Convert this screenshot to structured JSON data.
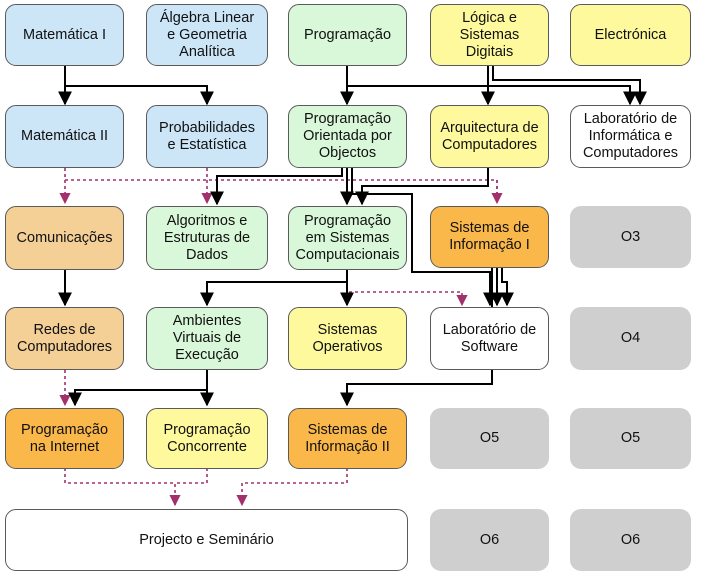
{
  "courses": {
    "matematica_1": "Matemática I",
    "algebra": "Álgebra Linear\ne Geometria\nAnalítica",
    "programacao": "Programação",
    "logica": "Lógica e\nSistemas\nDigitais",
    "electronica": "Electrónica",
    "matematica_2": "Matemática II",
    "probabilidades": "Probabilidades\ne Estatística",
    "poo": "Programação\nOrientada por\nObjectos",
    "arquitectura": "Arquitectura de\nComputadores",
    "lab_informatica": "Laboratório de\nInformática e\nComputadores",
    "comunicacoes": "Comunicações",
    "algoritmos": "Algoritmos e\nEstruturas de\nDados",
    "prog_sistemas": "Programação\nem Sistemas\nComputacionais",
    "sistemas_info_1": "Sistemas de\nInformação I",
    "redes": "Redes de\nComputadores",
    "ambientes": "Ambientes\nVirtuais de\nExecução",
    "sistemas_operativos": "Sistemas\nOperativos",
    "lab_software": "Laboratório de\nSoftware",
    "prog_internet": "Programação\nna Internet",
    "prog_concorrente": "Programação\nConcorrente",
    "sistemas_info_2": "Sistemas de\nInformação II",
    "projecto": "Projecto e Seminário"
  },
  "optionals": {
    "o3": "O3",
    "o4": "O4",
    "o5a": "O5",
    "o5b": "O5",
    "o6a": "O6",
    "o6b": "O6"
  },
  "colors": {
    "blue": "#cce6f8",
    "green": "#d9f7d9",
    "yellow": "#fdf99c",
    "tan": "#f4cf96",
    "orange": "#fbb84a",
    "white": "#ffffff",
    "gray": "#cfcfcf",
    "solid_arrow": "#000000",
    "dotted_arrow": "#a3306b"
  }
}
